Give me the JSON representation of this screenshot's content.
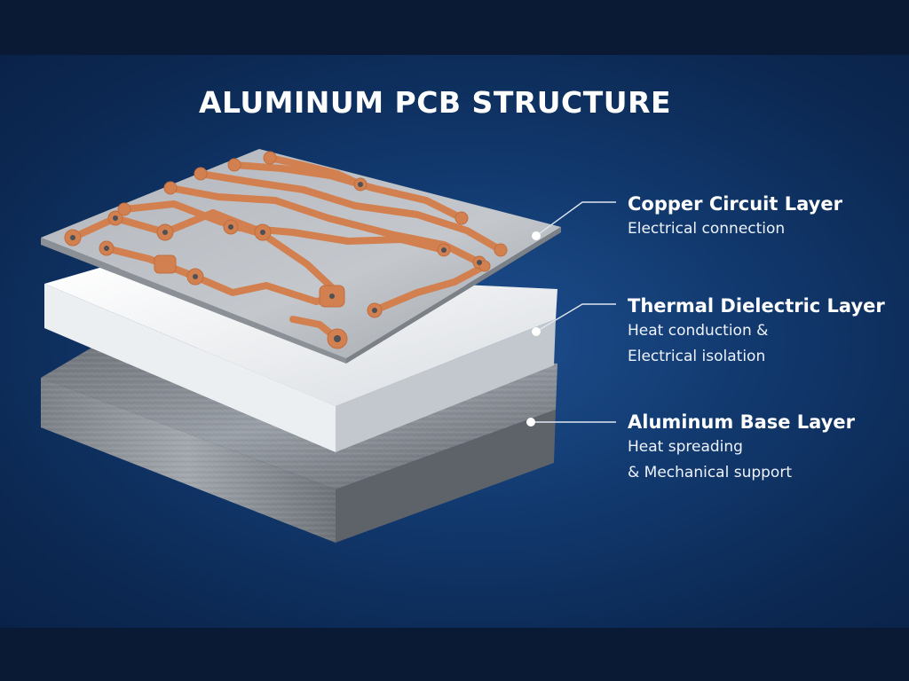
{
  "title": "ALUMINUM PCB STRUCTURE",
  "colors": {
    "background": "#123a70",
    "band": "#0a1a35",
    "copper": "#d2804f",
    "circuit_board": "#a9aeb5",
    "dielectric": "#dfe3e7",
    "aluminum": "#8d9299",
    "text": "#ffffff"
  },
  "layers": [
    {
      "name": "Copper Circuit Layer",
      "description_lines": [
        "Electrical connection"
      ]
    },
    {
      "name": "Thermal Dielectric Layer",
      "description_lines": [
        "Heat conduction &",
        "Electrical isolation"
      ]
    },
    {
      "name": "Aluminum Base Layer",
      "description_lines": [
        "Heat spreading",
        "& Mechanical support"
      ]
    }
  ]
}
